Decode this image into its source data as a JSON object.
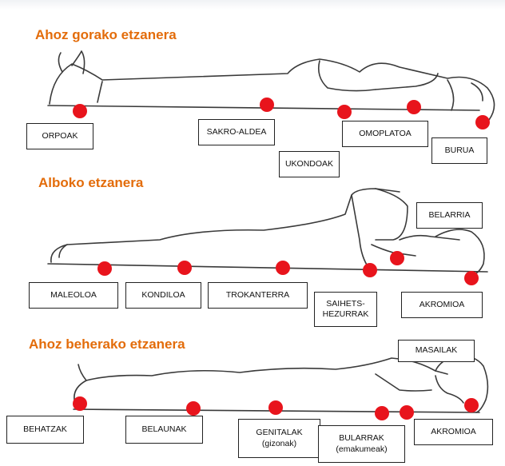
{
  "sections": [
    {
      "title": "Ahoz gorako etzanera",
      "labels": [
        "ORPOAK",
        "SAKRO-ALDEA",
        "UKONDOAK",
        "OMOPLATOA",
        "BURUA"
      ]
    },
    {
      "title": "Alboko etzanera",
      "labels": [
        "BELARRIA",
        "MALEOLOA",
        "KONDILOA",
        "TROKANTERRA",
        "SAIHETS-HEZURRAK",
        "AKROMIOA"
      ]
    },
    {
      "title": "Ahoz beherako etzanera",
      "labels": [
        "MASAILAK",
        "BEHATZAK",
        "BELAUNAK",
        "GENITALAK (gizonak)",
        "BULARRAK (emakumeak)",
        "AKROMIOA"
      ]
    }
  ],
  "colors": {
    "heading": "#e36c0a",
    "pressure_point": "#e8141c",
    "outline": "#3a3a3a"
  },
  "icons": [
    "pressure-point-dot",
    "body-outline-supine",
    "body-outline-lateral",
    "body-outline-prone"
  ]
}
